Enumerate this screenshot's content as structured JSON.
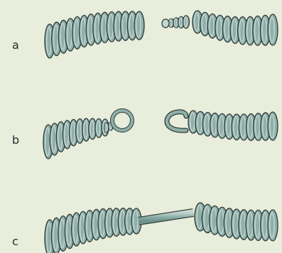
{
  "panels": [
    {
      "label": "a"
    },
    {
      "label": "b"
    },
    {
      "label": "c"
    }
  ],
  "colors": {
    "background": "#e9eddc",
    "coil_fill": "#8fb0a9",
    "coil_highlight": "#c3d6d1",
    "outline": "#2e3b38",
    "label": "#2b2b2b"
  }
}
